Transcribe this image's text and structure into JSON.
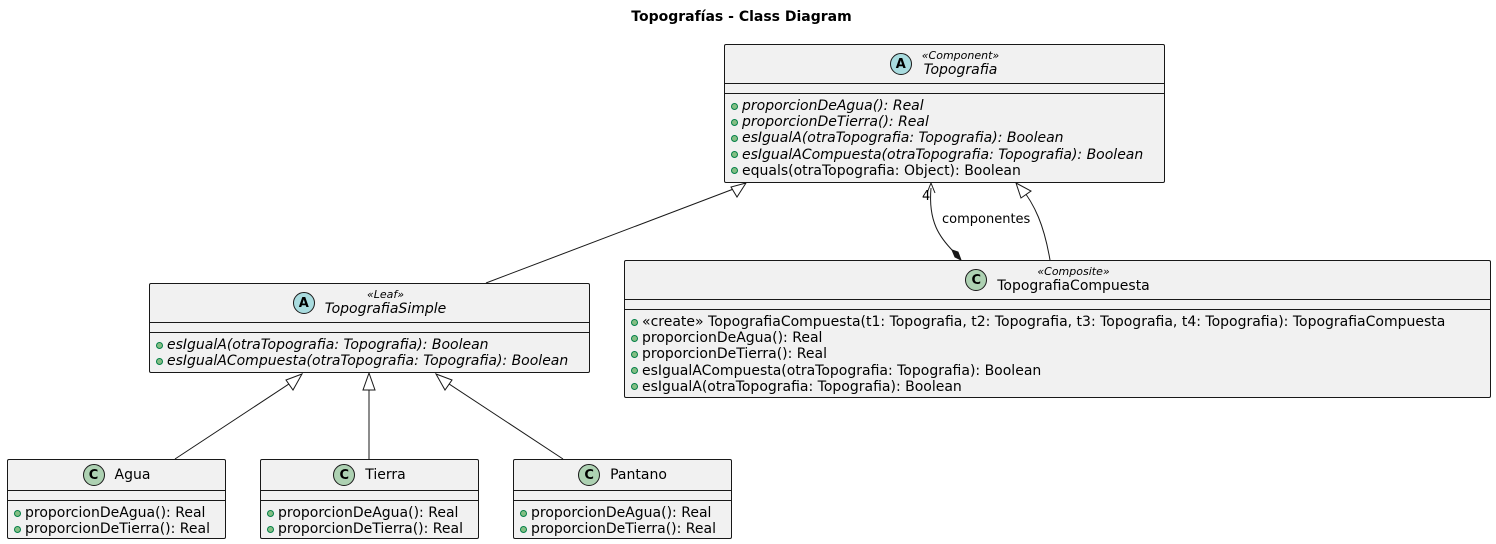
{
  "diagram": {
    "title": "Topografías - Class Diagram",
    "classes": {
      "topografia": {
        "kind": "A",
        "stereotype": "«Component»",
        "name": "Topografia",
        "members": [
          "proporcionDeAgua(): Real",
          "proporcionDeTierra(): Real",
          "esIgualA(otraTopografia: Topografia): Boolean",
          "esIgualACompuesta(otraTopografia: Topografia): Boolean",
          "equals(otraTopografia: Object): Boolean"
        ]
      },
      "simple": {
        "kind": "A",
        "stereotype": "«Leaf»",
        "name": "TopografiaSimple",
        "members": [
          "esIgualA(otraTopografia: Topografia): Boolean",
          "esIgualACompuesta(otraTopografia: Topografia): Boolean"
        ]
      },
      "compuesta": {
        "kind": "C",
        "stereotype": "«Composite»",
        "name": "TopografiaCompuesta",
        "members": [
          "«create» TopografiaCompuesta(t1: Topografia, t2: Topografia, t3: Topografia, t4: Topografia): TopografiaCompuesta",
          "proporcionDeAgua(): Real",
          "proporcionDeTierra(): Real",
          "esIgualACompuesta(otraTopografia: Topografia): Boolean",
          "esIgualA(otraTopografia: Topografia): Boolean"
        ]
      },
      "agua": {
        "kind": "C",
        "name": "Agua",
        "members": [
          "proporcionDeAgua(): Real",
          "proporcionDeTierra(): Real"
        ]
      },
      "tierra": {
        "kind": "C",
        "name": "Tierra",
        "members": [
          "proporcionDeAgua(): Real",
          "proporcionDeTierra(): Real"
        ]
      },
      "pantano": {
        "kind": "C",
        "name": "Pantano",
        "members": [
          "proporcionDeAgua(): Real",
          "proporcionDeTierra(): Real"
        ]
      }
    },
    "composition": {
      "label": "componentes",
      "multiplicity": "4"
    },
    "colors": {
      "class_fill": "#f1f1f1",
      "border": "#181818",
      "abstract_badge": "#a9dcdf",
      "class_badge": "#add1b2",
      "public_dot": "#84be84"
    }
  }
}
